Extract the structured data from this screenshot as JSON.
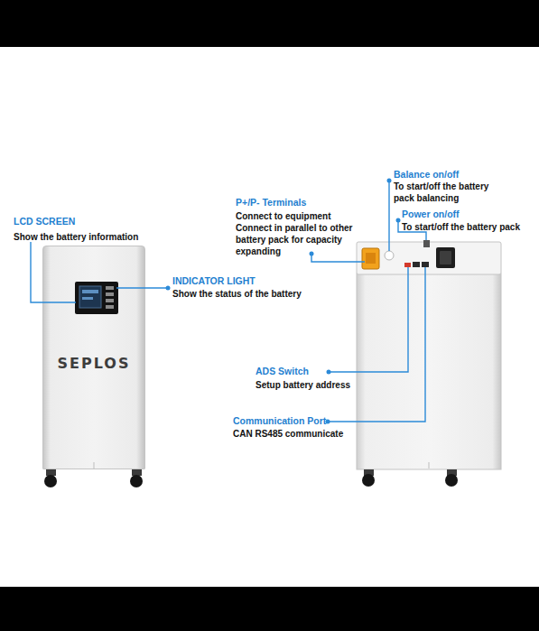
{
  "diagram": {
    "nodes": [
      {
        "text": [
          "SEPLOS"
        ]
      }
    ],
    "labels": [
      "LCD SCREEN",
      "Show the battery information",
      "INDICATOR LIGHT",
      "Show the status of the battery",
      "P+/P- Terminals",
      "Connect to equipment",
      "Connect in parallel to other battery pack for capacity expanding",
      "Balance on/off",
      "To start/off the battery pack balancing",
      "Power on/off",
      "To start/off the battery pack",
      "ADS Switch",
      "Setup battery address",
      "Communication Port",
      "CAN RS485 communicate"
    ]
  }
}
